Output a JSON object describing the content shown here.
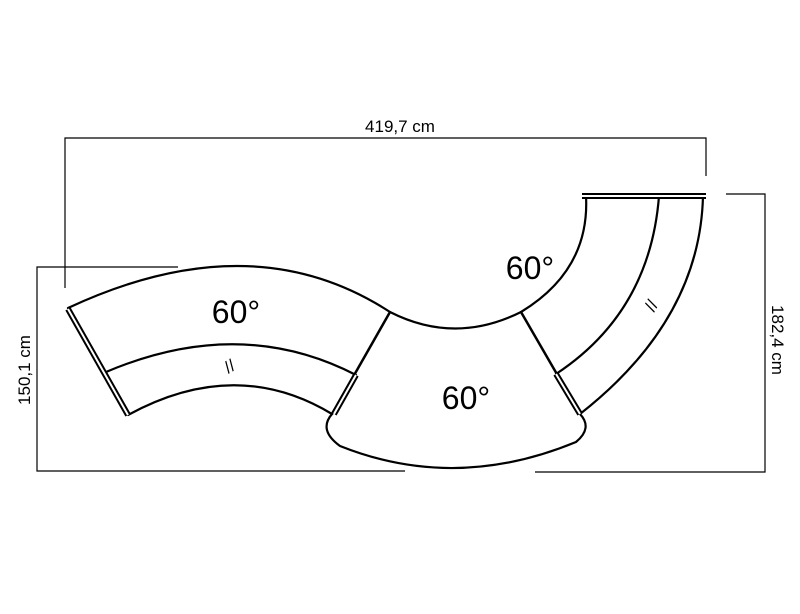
{
  "dimensions": {
    "width": "419,7 cm",
    "left_height": "150,1 cm",
    "right_height": "182,4 cm"
  },
  "angles": {
    "left_segment": "60°",
    "middle_segment": "60°",
    "right_segment": "60°"
  },
  "recliner_marks": {
    "left": "//",
    "right": "//"
  },
  "colors": {
    "line": "#000000",
    "background": "#ffffff"
  }
}
